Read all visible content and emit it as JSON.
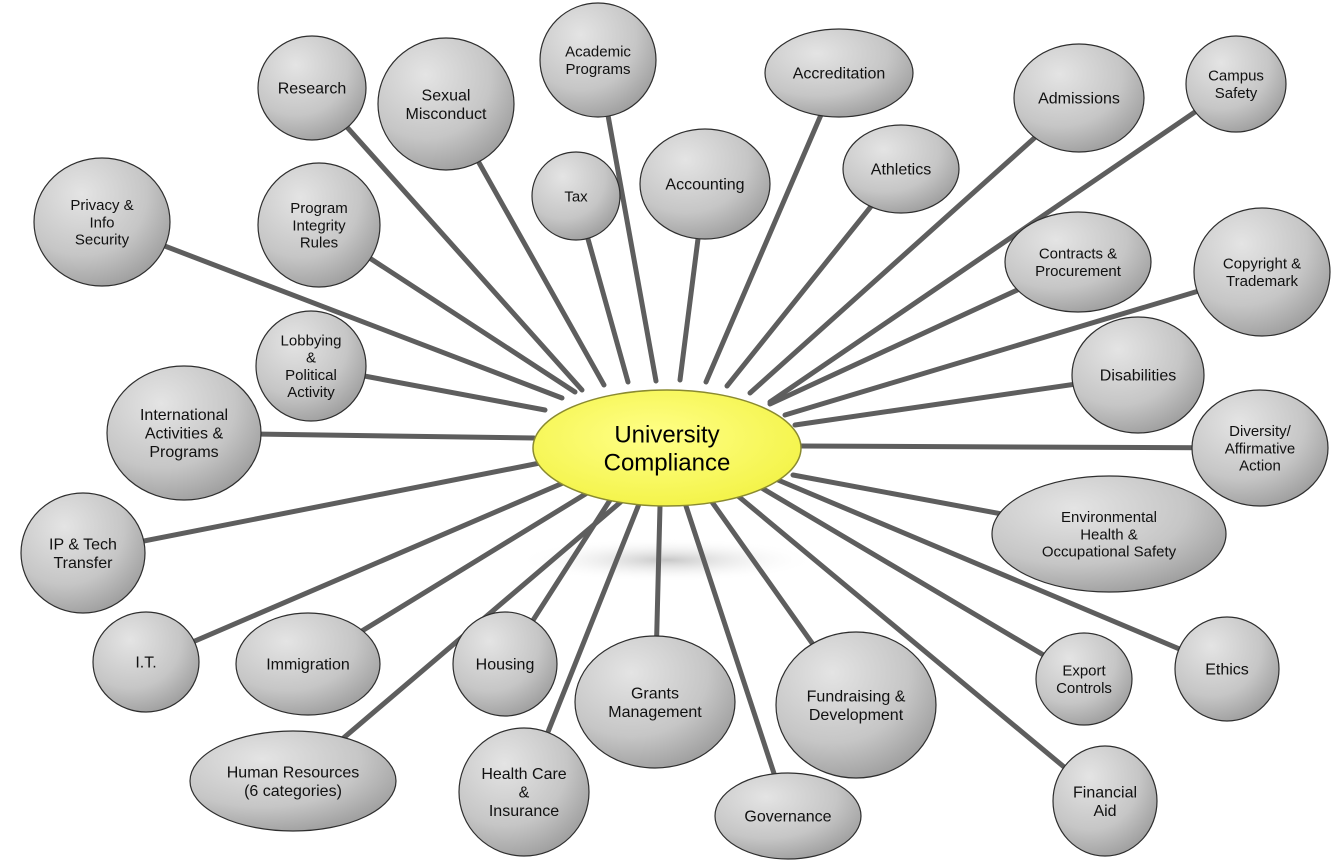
{
  "center": {
    "lines": [
      "University",
      "Compliance"
    ]
  },
  "colors": {
    "node_fill": "#c9c9c9",
    "node_stroke": "#2e2e2e",
    "spoke": "#5e5e5e",
    "center_fill": "#ffff66",
    "text": "#111111"
  },
  "nodes": [
    {
      "id": "research",
      "lines": [
        "Research"
      ]
    },
    {
      "id": "sexual-misconduct",
      "lines": [
        "Sexual",
        "Misconduct"
      ]
    },
    {
      "id": "academic-programs",
      "lines": [
        "Academic",
        "Programs"
      ]
    },
    {
      "id": "accreditation",
      "lines": [
        "Accreditation"
      ]
    },
    {
      "id": "admissions",
      "lines": [
        "Admissions"
      ]
    },
    {
      "id": "campus-safety",
      "lines": [
        "Campus",
        "Safety"
      ]
    },
    {
      "id": "tax",
      "lines": [
        "Tax"
      ]
    },
    {
      "id": "accounting",
      "lines": [
        "Accounting"
      ]
    },
    {
      "id": "athletics",
      "lines": [
        "Athletics"
      ]
    },
    {
      "id": "privacy-info-security",
      "lines": [
        "Privacy &",
        "Info",
        "Security"
      ]
    },
    {
      "id": "program-integrity-rules",
      "lines": [
        "Program",
        "Integrity",
        "Rules"
      ]
    },
    {
      "id": "contracts-procurement",
      "lines": [
        "Contracts &",
        "Procurement"
      ]
    },
    {
      "id": "copyright-trademark",
      "lines": [
        "Copyright &",
        "Trademark"
      ]
    },
    {
      "id": "lobbying-political-activity",
      "lines": [
        "Lobbying",
        "&",
        "Political",
        "Activity"
      ]
    },
    {
      "id": "disabilities",
      "lines": [
        "Disabilities"
      ]
    },
    {
      "id": "international-activities-programs",
      "lines": [
        "International",
        "Activities &",
        "Programs"
      ]
    },
    {
      "id": "diversity-affirmative-action",
      "lines": [
        "Diversity/",
        "Affirmative",
        "Action"
      ]
    },
    {
      "id": "environmental-health-occupational-safety",
      "lines": [
        "Environmental",
        "Health &",
        "Occupational Safety"
      ]
    },
    {
      "id": "ip-tech-transfer",
      "lines": [
        "IP & Tech",
        "Transfer"
      ]
    },
    {
      "id": "it",
      "lines": [
        "I.T."
      ]
    },
    {
      "id": "immigration",
      "lines": [
        "Immigration"
      ]
    },
    {
      "id": "housing",
      "lines": [
        "Housing"
      ]
    },
    {
      "id": "grants-management",
      "lines": [
        "Grants",
        "Management"
      ]
    },
    {
      "id": "fundraising-development",
      "lines": [
        "Fundraising &",
        "Development"
      ]
    },
    {
      "id": "export-controls",
      "lines": [
        "Export",
        "Controls"
      ]
    },
    {
      "id": "ethics",
      "lines": [
        "Ethics"
      ]
    },
    {
      "id": "human-resources",
      "lines": [
        "Human Resources",
        "(6 categories)"
      ]
    },
    {
      "id": "health-care-insurance",
      "lines": [
        "Health Care",
        "&",
        "Insurance"
      ]
    },
    {
      "id": "governance",
      "lines": [
        "Governance"
      ]
    },
    {
      "id": "financial-aid",
      "lines": [
        "Financial",
        "Aid"
      ]
    }
  ]
}
